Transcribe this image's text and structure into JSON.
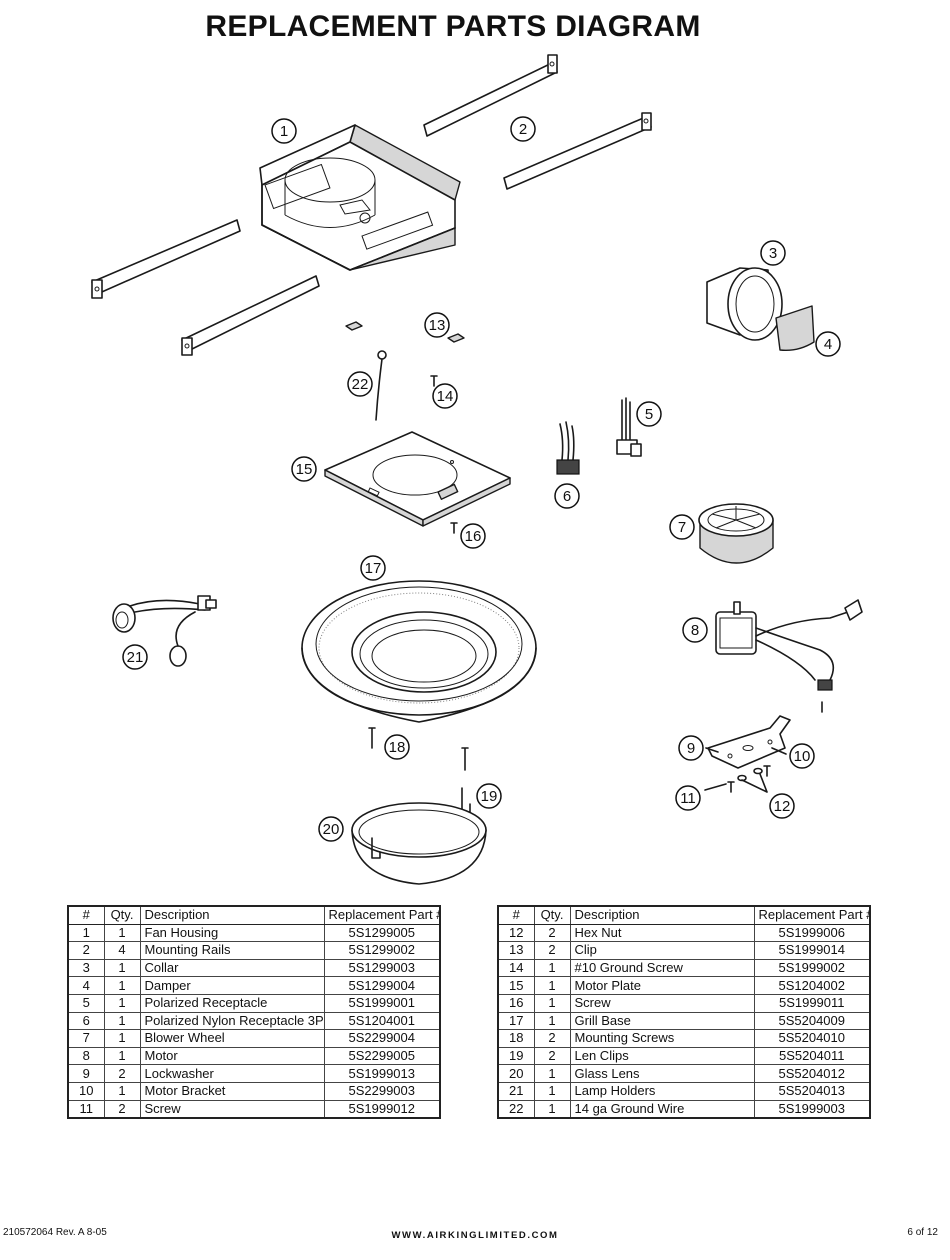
{
  "title": "REPLACEMENT PARTS DIAGRAM",
  "columns": [
    "#",
    "Qty.",
    "Description",
    "Replacement Part #"
  ],
  "callouts": [
    "1",
    "2",
    "3",
    "4",
    "5",
    "6",
    "7",
    "8",
    "9",
    "10",
    "11",
    "12",
    "13",
    "14",
    "15",
    "16",
    "17",
    "18",
    "19",
    "20",
    "21",
    "22"
  ],
  "parts_left": [
    {
      "num": "1",
      "qty": "1",
      "desc": "Fan Housing",
      "part": "5S1299005"
    },
    {
      "num": "2",
      "qty": "4",
      "desc": "Mounting Rails",
      "part": "5S1299002"
    },
    {
      "num": "3",
      "qty": "1",
      "desc": "Collar",
      "part": "5S1299003"
    },
    {
      "num": "4",
      "qty": "1",
      "desc": "Damper",
      "part": "5S1299004"
    },
    {
      "num": "5",
      "qty": "1",
      "desc": "Polarized Receptacle",
      "part": "5S1999001"
    },
    {
      "num": "6",
      "qty": "1",
      "desc": "Polarized Nylon Receptacle 3P",
      "part": "5S1204001"
    },
    {
      "num": "7",
      "qty": "1",
      "desc": "Blower Wheel",
      "part": "5S2299004"
    },
    {
      "num": "8",
      "qty": "1",
      "desc": "Motor",
      "part": "5S2299005"
    },
    {
      "num": "9",
      "qty": "2",
      "desc": "Lockwasher",
      "part": "5S1999013"
    },
    {
      "num": "10",
      "qty": "1",
      "desc": "Motor Bracket",
      "part": "5S2299003"
    },
    {
      "num": "11",
      "qty": "2",
      "desc": "Screw",
      "part": "5S1999012"
    }
  ],
  "parts_right": [
    {
      "num": "12",
      "qty": "2",
      "desc": "Hex Nut",
      "part": "5S1999006"
    },
    {
      "num": "13",
      "qty": "2",
      "desc": "Clip",
      "part": "5S1999014"
    },
    {
      "num": "14",
      "qty": "1",
      "desc": "#10 Ground Screw",
      "part": "5S1999002"
    },
    {
      "num": "15",
      "qty": "1",
      "desc": "Motor Plate",
      "part": "5S1204002"
    },
    {
      "num": "16",
      "qty": "1",
      "desc": "Screw",
      "part": "5S1999011"
    },
    {
      "num": "17",
      "qty": "1",
      "desc": "Grill Base",
      "part": "5S5204009"
    },
    {
      "num": "18",
      "qty": "2",
      "desc": "Mounting Screws",
      "part": "5S5204010"
    },
    {
      "num": "19",
      "qty": "2",
      "desc": "Len Clips",
      "part": "5S5204011"
    },
    {
      "num": "20",
      "qty": "1",
      "desc": "Glass Lens",
      "part": "5S5204012"
    },
    {
      "num": "21",
      "qty": "1",
      "desc": "Lamp Holders",
      "part": "5S5204013"
    },
    {
      "num": "22",
      "qty": "1",
      "desc": "14 ga Ground Wire",
      "part": "5S1999003"
    }
  ],
  "footer": {
    "doc_code": "210572064 Rev. A 8-05",
    "website": "WWW.AIRKINGLIMITED.COM",
    "page": "6 of 12"
  }
}
